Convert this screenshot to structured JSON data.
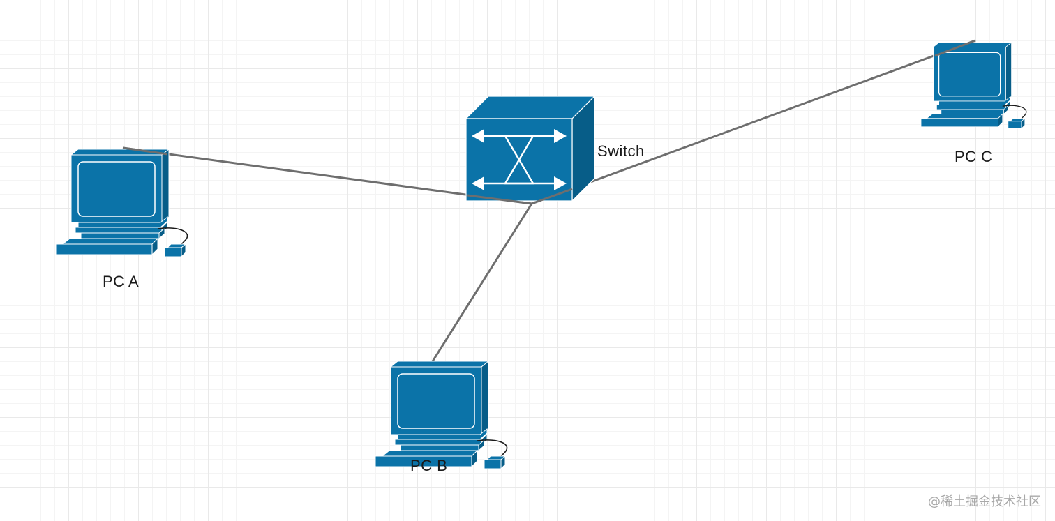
{
  "diagram": {
    "nodes": [
      {
        "id": "switch",
        "label": "Switch",
        "icon": "network-switch-icon"
      },
      {
        "id": "pc-a",
        "label": "PC A",
        "icon": "desktop-computer-icon"
      },
      {
        "id": "pc-b",
        "label": "PC B",
        "icon": "desktop-computer-icon"
      },
      {
        "id": "pc-c",
        "label": "PC C",
        "icon": "desktop-computer-icon"
      }
    ],
    "edges": [
      {
        "from": "pc-a",
        "to": "switch"
      },
      {
        "from": "pc-b",
        "to": "switch"
      },
      {
        "from": "pc-c",
        "to": "switch"
      }
    ]
  },
  "watermark": "@稀土掘金技术社区",
  "colors": {
    "device": "#0b73a8",
    "device_dark": "#075d88",
    "device_light": "#1a86bd",
    "link": "#6e6e6e",
    "grid": "#e9e9e9"
  }
}
